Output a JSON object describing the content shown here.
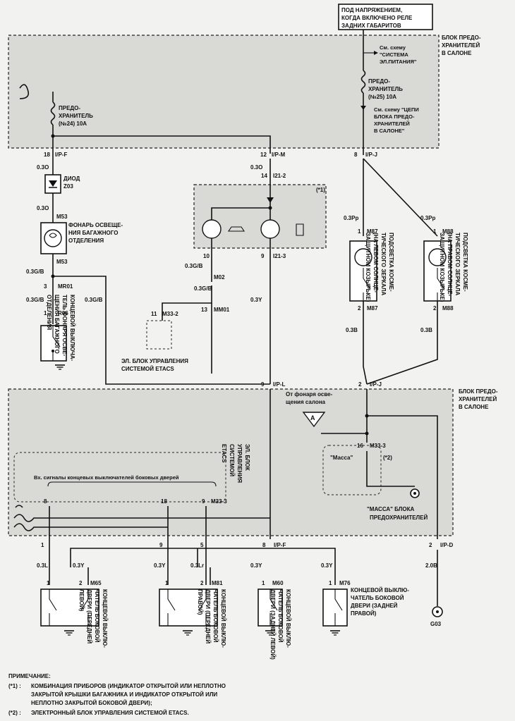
{
  "header": {
    "power_note": [
      "ПОД НАПРЯЖЕНИЕМ,",
      "КОГДА ВКЛЮЧЕНО РЕЛЕ",
      "ЗАДНИХ ГАБАРИТОВ"
    ]
  },
  "fuse_block_top": {
    "label": [
      "БЛОК ПРЕДО-",
      "ХРАНИТЕЛЕЙ",
      "В САЛОНЕ"
    ],
    "ref_power": [
      "См. схему",
      "\"СИСТЕМА",
      "ЭЛ.ПИТАНИЯ\""
    ],
    "fuse25": [
      "ПРЕДО-",
      "ХРАНИТЕЛЬ",
      "(№25) 10A"
    ],
    "ref_fuse_block": [
      "См. схему \"ЦЕПИ",
      "БЛОКА ПРЕДО-",
      "ХРАНИТЕЛЕЙ",
      "В САЛОНЕ\""
    ],
    "fuse24": [
      "ПРЕДО-",
      "ХРАНИТЕЛЬ",
      "(№24) 10A"
    ]
  },
  "connectors": {
    "c18": "18",
    "ipf": "I/P-F",
    "c12": "12",
    "ipm": "I/P-M",
    "c8": "8",
    "ipj": "I/P-J",
    "c14": "14",
    "i212": "I21-2",
    "c10": "10",
    "c9": "9",
    "i213": "I21-3",
    "m53a": "M53",
    "m53b": "M53",
    "mr01": "MR01",
    "r06": "R06",
    "c3": "3",
    "c1": "1",
    "c2": "2",
    "m02": "M02",
    "mm01": "MM01",
    "c13": "13",
    "c11": "11",
    "m332": "M33-2",
    "m87a": "M87",
    "m87b": "M87",
    "m88a": "M88",
    "m88b": "M88",
    "ipl": "I/P-L",
    "c9b": "9",
    "c2b": "2",
    "ipj2": "I/P-J",
    "c16": "16",
    "m333a": "M33-3",
    "c8b": "8",
    "c18b": "18",
    "c9c": "9",
    "m333b": "M33-3",
    "c1b": "1",
    "c9d": "9",
    "c5": "5",
    "c8c": "8",
    "ipf2": "I/P-F",
    "c2c": "2",
    "ipd": "I/P-D",
    "m65": "M65",
    "m81": "M81",
    "m60": "M60",
    "m76": "M76",
    "g03": "G03",
    "star1": "(*1)",
    "star2": "(*2)"
  },
  "wires": {
    "o30a": "0.3O",
    "o30b": "0.3O",
    "o30c": "0.3O",
    "gb1": "0.3G/B",
    "gb2": "0.3G/B",
    "gb3": "0.3G/B",
    "gb4": "0.3G/B",
    "gb5": "0.3G/B",
    "y1": "0.3Y",
    "pp1": "0.3Pp",
    "pp2": "0.3Pp",
    "b1": "0.3B",
    "b2": "0.3B",
    "l1": "0.3L",
    "y2": "0.3Y",
    "y3": "0.3Y",
    "lr": "0.3Lr",
    "y4": "0.3Y",
    "y5": "0.3Y",
    "b20": "2.0B"
  },
  "components": {
    "diode": [
      "ДИОД",
      "Z03"
    ],
    "lamp_trunk": [
      "ФОНАРЬ ОСВЕЩЕ-",
      "НИЯ БАГАЖНОГО",
      "ОТДЕЛЕНИЯ"
    ],
    "switch_trunk": [
      "КОНЦЕВОЙ ВЫКЛЮЧА-",
      "ТЕЛЬ ФОНАРЯ ОСВЕ-",
      "ЩЕНИЯ БАГАЖНОГО",
      "ОТДЕЛЕНИЯ"
    ],
    "etacs": [
      "ЭЛ. БЛОК УПРАВЛЕНИЯ",
      "СИСТЕМОЙ ETACS"
    ],
    "mirror_left": [
      "ПОДСВЕТКА КОСМЕ-",
      "ТИЧЕСКОГО ЗЕРКАЛА",
      "(НА ЛЕВОМ СОЛНЦЕ-",
      "ЗАЩИТНОМ КОЗЫРЬКЕ)"
    ],
    "mirror_right": [
      "ПОДСВЕТКА КОСМЕ-",
      "ТИЧЕСКОГО ЗЕРКАЛА",
      "(НА ПРАВОМ СОЛНЦЕ-",
      "ЗАЩИТНОМ КОЗЫРЬКЕ)"
    ],
    "etacs_vert": [
      "ЭЛ. БЛОК",
      "УПРАВЛЕНИЯ",
      "СИСТЕМОЙ",
      "ETACS"
    ],
    "door_fl": [
      "КОНЦЕВОЙ ВЫКЛЮ-",
      "ЧАТЕЛЬ БОКОВОЙ",
      "ДВЕРИ (ПЕРЕДНЕЙ",
      "ЛЕВОЙ)"
    ],
    "door_fr": [
      "КОНЦЕВОЙ ВЫКЛЮ-",
      "ЧАТЕЛЬ БОКОВОЙ",
      "ДВЕРИ (ПЕРЕДНЕЙ",
      "ПРАВОЙ)"
    ],
    "door_rl": [
      "КОНЦЕВОЙ ВЫКЛЮ-",
      "ЧАТЕЛЬ БОКОВОЙ",
      "ДВЕРИ (ЗАДНЕЙ ЛЕВОЙ)"
    ],
    "door_rr": [
      "КОНЦЕВОЙ ВЫКЛЮ-",
      "ЧАТЕЛЬ БОКОВОЙ",
      "ДВЕРИ (ЗАДНЕЙ",
      "ПРАВОЙ)"
    ]
  },
  "lower_block": {
    "label": [
      "БЛОК ПРЕДО-",
      "ХРАНИТЕЛЕЙ",
      "В САЛОНЕ"
    ],
    "from_lamp": [
      "От фонаря осве-",
      "щения салона"
    ],
    "node_a": "A",
    "all_signals": "Вх. сигналы концевых выключателей боковых дверей",
    "mass": "\"Масса\"",
    "fuse_ground": [
      "\"МАССА\" БЛОКА",
      "ПРЕДОХРАНИТЕЛЕЙ"
    ]
  },
  "notes": {
    "title": "ПРИМЕЧАНИЕ:",
    "n1_mark": "(*1) :",
    "n1": [
      "КОМБИНАЦИЯ ПРИБОРОВ (ИНДИКАТОР ОТКРЫТОЙ ИЛИ НЕПЛОТНО",
      "ЗАКРЫТОЙ КРЫШКИ БАГАЖНИКА И ИНДИКАТОР ОТКРЫТОЙ ИЛИ",
      "НЕПЛОТНО ЗАКРЫТОЙ БОКОВОЙ ДВЕРИ);"
    ],
    "n2_mark": "(*2) :",
    "n2": "ЭЛЕКТРОННЫЙ БЛОК УПРАВЛЕНИЯ СИСТЕМОЙ ETACS."
  }
}
